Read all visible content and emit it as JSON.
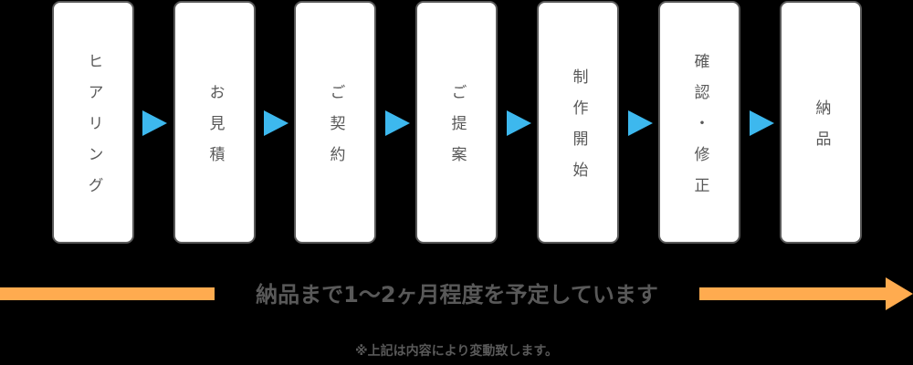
{
  "steps": [
    {
      "label": "ヒアリング"
    },
    {
      "label": "お見積"
    },
    {
      "label": "ご契約"
    },
    {
      "label": "ご提案"
    },
    {
      "label": "制作開始"
    },
    {
      "label": "確認・修正"
    },
    {
      "label": "納品"
    }
  ],
  "timeline": {
    "duration_text": "納品まで1〜2ヶ月程度を予定しています",
    "note": "※上記は内容により変動致します。"
  },
  "colors": {
    "step_border": "#595959",
    "step_text": "#595959",
    "connector_arrow": "#3db8ee",
    "timeline_arrow": "#ffab4f"
  }
}
